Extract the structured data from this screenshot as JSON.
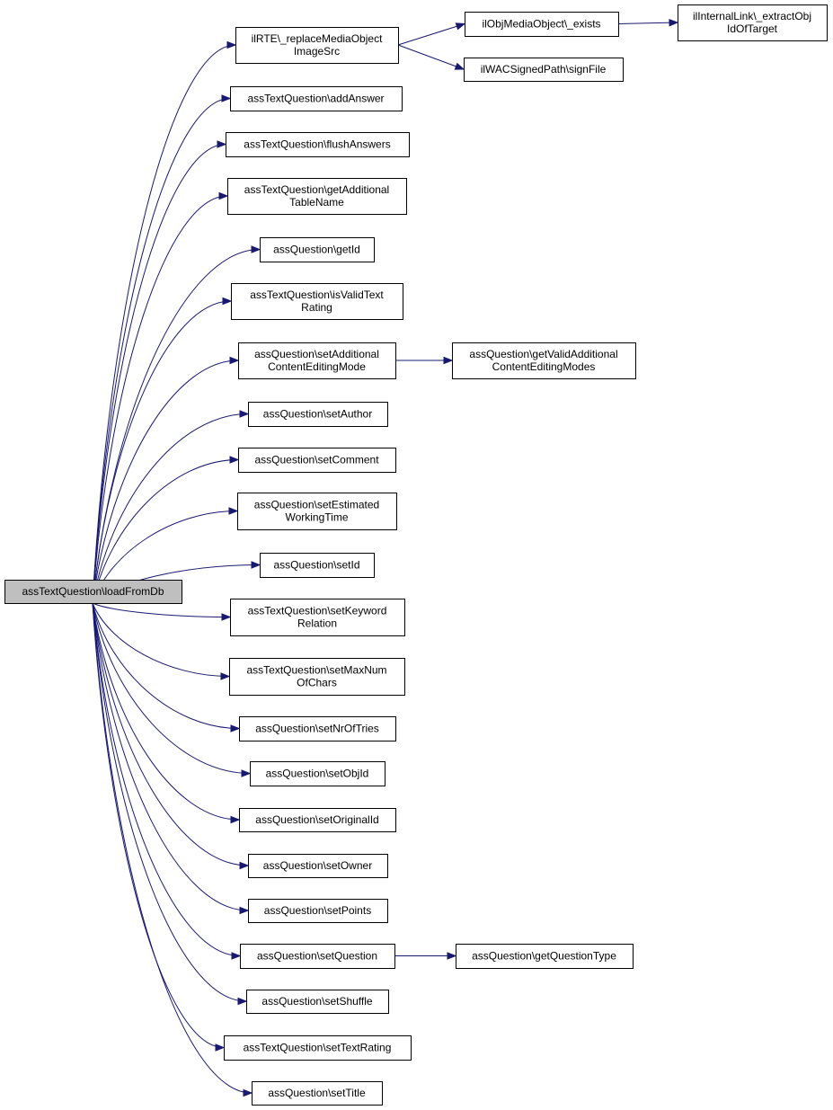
{
  "root": {
    "lines": [
      "assTextQuestion\\loadFromDb"
    ]
  },
  "nodes": [
    {
      "id": "replaceMedia",
      "lines": [
        "ilRTE\\_replaceMediaObject",
        "ImageSrc"
      ]
    },
    {
      "id": "addAnswer",
      "lines": [
        "assTextQuestion\\addAnswer"
      ]
    },
    {
      "id": "flushAnswers",
      "lines": [
        "assTextQuestion\\flushAnswers"
      ]
    },
    {
      "id": "getAdditionalTableName",
      "lines": [
        "assTextQuestion\\getAdditional",
        "TableName"
      ]
    },
    {
      "id": "getId",
      "lines": [
        "assQuestion\\getId"
      ]
    },
    {
      "id": "isValidTextRating",
      "lines": [
        "assTextQuestion\\isValidText",
        "Rating"
      ]
    },
    {
      "id": "setAdditionalCEM",
      "lines": [
        "assQuestion\\setAdditional",
        "ContentEditingMode"
      ]
    },
    {
      "id": "setAuthor",
      "lines": [
        "assQuestion\\setAuthor"
      ]
    },
    {
      "id": "setComment",
      "lines": [
        "assQuestion\\setComment"
      ]
    },
    {
      "id": "setEstimatedWorkingTime",
      "lines": [
        "assQuestion\\setEstimated",
        "WorkingTime"
      ]
    },
    {
      "id": "setId",
      "lines": [
        "assQuestion\\setId"
      ]
    },
    {
      "id": "setKeywordRelation",
      "lines": [
        "assTextQuestion\\setKeyword",
        "Relation"
      ]
    },
    {
      "id": "setMaxNumOfChars",
      "lines": [
        "assTextQuestion\\setMaxNum",
        "OfChars"
      ]
    },
    {
      "id": "setNrOfTries",
      "lines": [
        "assQuestion\\setNrOfTries"
      ]
    },
    {
      "id": "setObjId",
      "lines": [
        "assQuestion\\setObjId"
      ]
    },
    {
      "id": "setOriginalId",
      "lines": [
        "assQuestion\\setOriginalId"
      ]
    },
    {
      "id": "setOwner",
      "lines": [
        "assQuestion\\setOwner"
      ]
    },
    {
      "id": "setPoints",
      "lines": [
        "assQuestion\\setPoints"
      ]
    },
    {
      "id": "setQuestion",
      "lines": [
        "assQuestion\\setQuestion"
      ]
    },
    {
      "id": "setShuffle",
      "lines": [
        "assQuestion\\setShuffle"
      ]
    },
    {
      "id": "setTextRating",
      "lines": [
        "assTextQuestion\\setTextRating"
      ]
    },
    {
      "id": "setTitle",
      "lines": [
        "assQuestion\\setTitle"
      ]
    },
    {
      "id": "mediaExists",
      "lines": [
        "ilObjMediaObject\\_exists"
      ]
    },
    {
      "id": "signFile",
      "lines": [
        "ilWACSignedPath\\signFile"
      ]
    },
    {
      "id": "extractObjId",
      "lines": [
        "ilInternalLink\\_extractObj",
        "IdOfTarget"
      ]
    },
    {
      "id": "getValidAdditionalCEM",
      "lines": [
        "assQuestion\\getValidAdditional",
        "ContentEditingModes"
      ]
    },
    {
      "id": "getQuestionType",
      "lines": [
        "assQuestion\\getQuestionType"
      ]
    }
  ],
  "edges": [
    [
      "root",
      "replaceMedia"
    ],
    [
      "root",
      "addAnswer"
    ],
    [
      "root",
      "flushAnswers"
    ],
    [
      "root",
      "getAdditionalTableName"
    ],
    [
      "root",
      "getId"
    ],
    [
      "root",
      "isValidTextRating"
    ],
    [
      "root",
      "setAdditionalCEM"
    ],
    [
      "root",
      "setAuthor"
    ],
    [
      "root",
      "setComment"
    ],
    [
      "root",
      "setEstimatedWorkingTime"
    ],
    [
      "root",
      "setId"
    ],
    [
      "root",
      "setKeywordRelation"
    ],
    [
      "root",
      "setMaxNumOfChars"
    ],
    [
      "root",
      "setNrOfTries"
    ],
    [
      "root",
      "setObjId"
    ],
    [
      "root",
      "setOriginalId"
    ],
    [
      "root",
      "setOwner"
    ],
    [
      "root",
      "setPoints"
    ],
    [
      "root",
      "setQuestion"
    ],
    [
      "root",
      "setShuffle"
    ],
    [
      "root",
      "setTextRating"
    ],
    [
      "root",
      "setTitle"
    ],
    [
      "replaceMedia",
      "mediaExists"
    ],
    [
      "replaceMedia",
      "signFile"
    ],
    [
      "mediaExists",
      "extractObjId"
    ],
    [
      "setAdditionalCEM",
      "getValidAdditionalCEM"
    ],
    [
      "setQuestion",
      "getQuestionType"
    ]
  ],
  "colors": {
    "edge": "#191970",
    "root_fill": "#bfbfbf",
    "node_fill": "#ffffff",
    "border": "#000000"
  }
}
